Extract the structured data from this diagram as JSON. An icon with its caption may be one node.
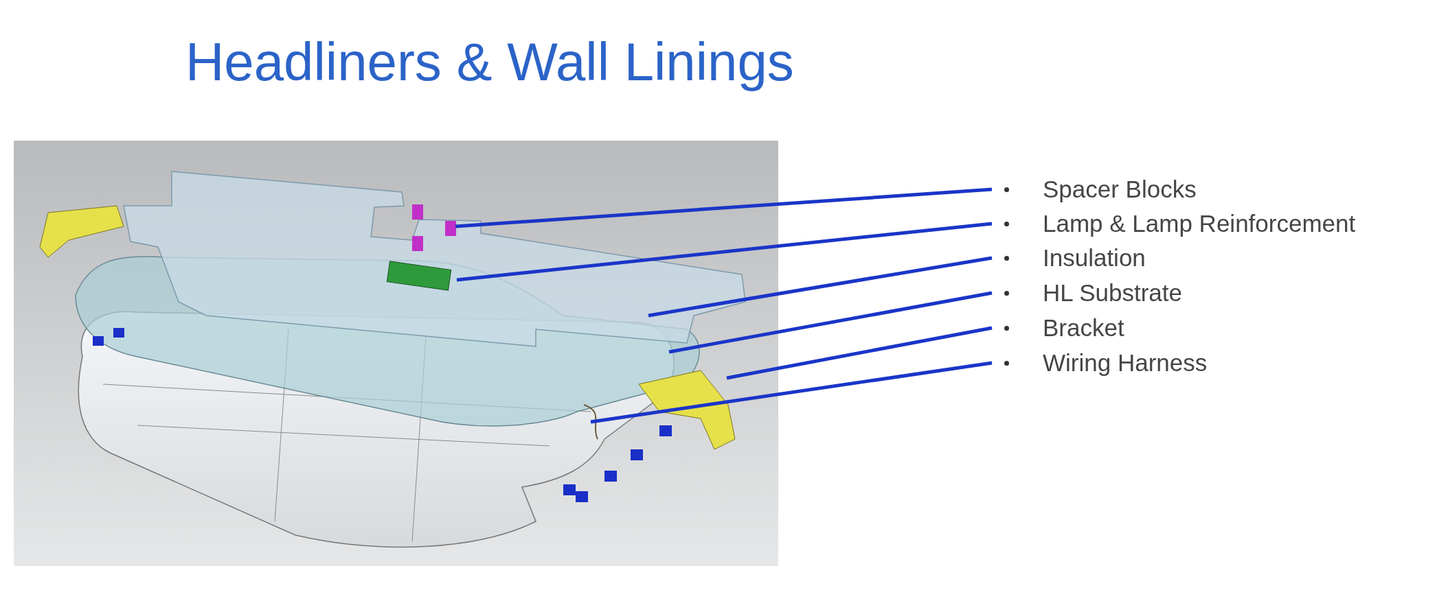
{
  "diagram": {
    "title": "Headliners & Wall Linings",
    "nodes": [
      {
        "text": [
          "Spacer Blocks"
        ]
      },
      {
        "text": [
          "Lamp & Lamp Reinforcement"
        ]
      },
      {
        "text": [
          "Insulation"
        ]
      },
      {
        "text": [
          "HL Substrate"
        ]
      },
      {
        "text": [
          "Bracket"
        ]
      },
      {
        "text": [
          "Wiring Harness"
        ]
      }
    ],
    "edges": [
      {
        "from": 0,
        "to": null,
        "arrow": "none"
      },
      {
        "from": 1,
        "to": null,
        "arrow": "none"
      },
      {
        "from": 2,
        "to": null,
        "arrow": "none"
      },
      {
        "from": 3,
        "to": null,
        "arrow": "none"
      },
      {
        "from": 4,
        "to": null,
        "arrow": "none"
      },
      {
        "from": 5,
        "to": null,
        "arrow": "none"
      }
    ]
  }
}
